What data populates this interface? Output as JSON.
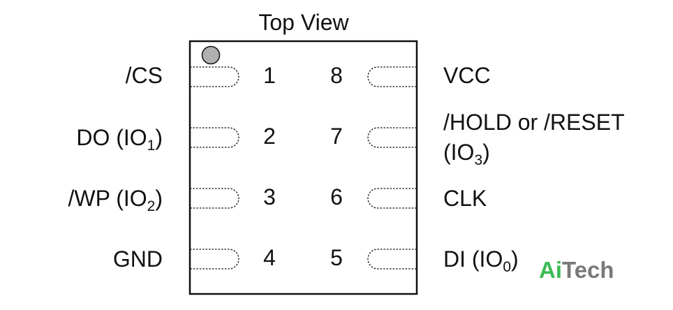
{
  "title": "Top View",
  "left_pins": [
    {
      "number": "1",
      "name": "/CS",
      "sub": "",
      "tail": ""
    },
    {
      "number": "2",
      "name": "DO (IO",
      "sub": "1",
      "tail": ")"
    },
    {
      "number": "3",
      "name": "/WP (IO",
      "sub": "2",
      "tail": ")"
    },
    {
      "number": "4",
      "name": "GND",
      "sub": "",
      "tail": ""
    }
  ],
  "right_pins": [
    {
      "number": "8",
      "name": "VCC",
      "sub": "",
      "tail": "",
      "line2": "",
      "line2_sub": "",
      "line2_tail": ""
    },
    {
      "number": "7",
      "name": "/HOLD or /RESET",
      "sub": "",
      "tail": "",
      "line2": "(IO",
      "line2_sub": "3",
      "line2_tail": ")"
    },
    {
      "number": "6",
      "name": "CLK",
      "sub": "",
      "tail": "",
      "line2": "",
      "line2_sub": "",
      "line2_tail": ""
    },
    {
      "number": "5",
      "name": "DI (IO",
      "sub": "0",
      "tail": ")",
      "line2": "",
      "line2_sub": "",
      "line2_tail": ""
    }
  ],
  "watermark": {
    "part1": "Ai",
    "part2": "Tech"
  },
  "colors": {
    "outline": "#111111",
    "pin1_marker": "#b0b0b0",
    "brand_green": "#3cba54",
    "brand_gray": "#7a7a7a"
  }
}
